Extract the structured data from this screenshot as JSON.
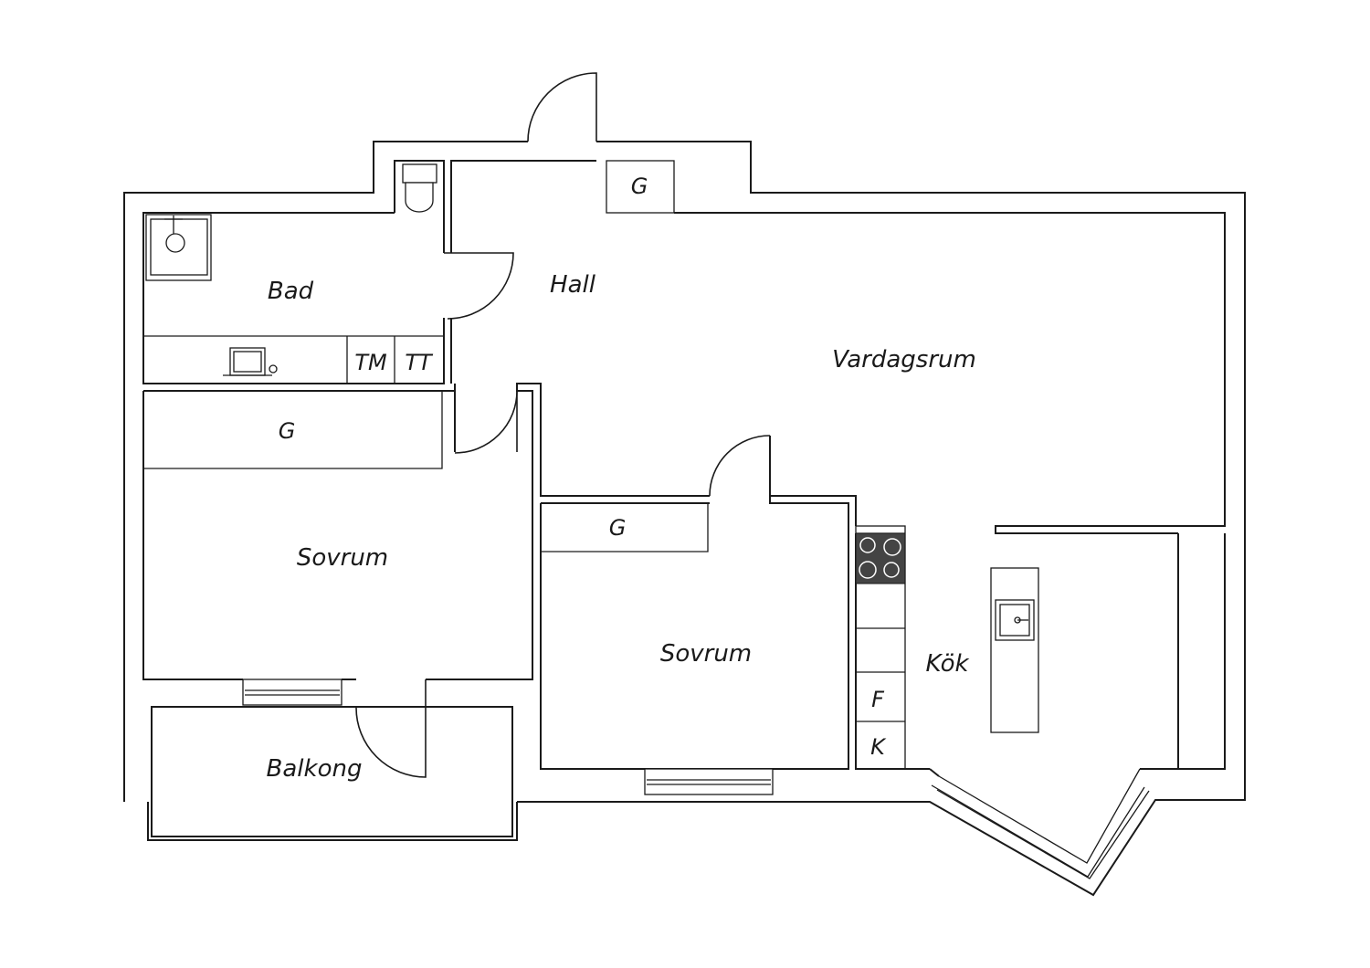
{
  "rooms": {
    "bad": "Bad",
    "hall": "Hall",
    "vardagsrum": "Vardagsrum",
    "sovrum_1": "Sovrum",
    "sovrum_2": "Sovrum",
    "kok": "Kök",
    "balkong": "Balkong"
  },
  "fixtures": {
    "tm": "TM",
    "tt": "TT",
    "g_hall": "G",
    "g_sovrum_1": "G",
    "g_sovrum_2": "G",
    "f": "F",
    "k": "K"
  },
  "icons": [
    "shower-icon",
    "toilet-icon",
    "washbasin-icon",
    "stove-icon",
    "sink-icon"
  ],
  "colors": {
    "line": "#1a1a1a",
    "background": "#ffffff",
    "stove": "#444444"
  }
}
